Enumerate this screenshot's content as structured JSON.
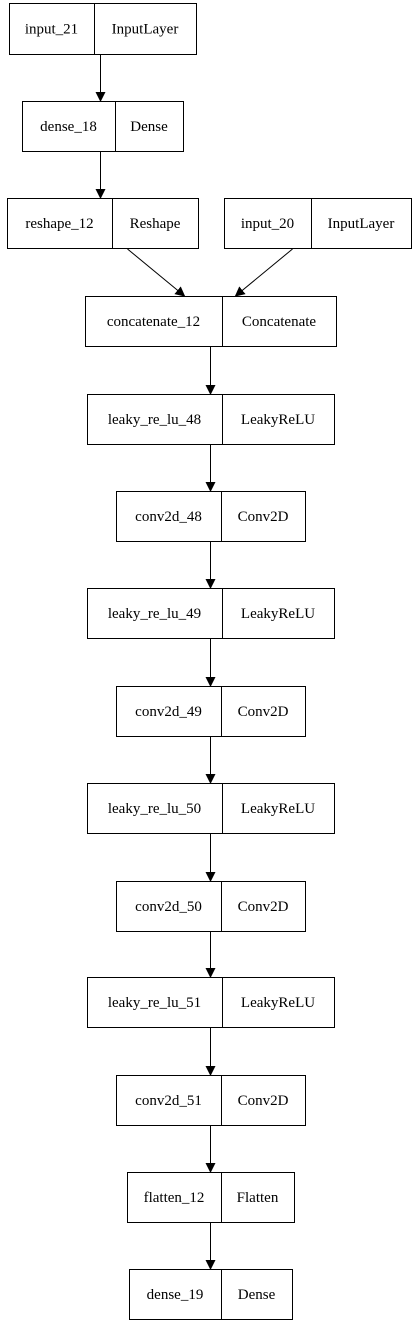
{
  "nodes": [
    {
      "id": "input_21",
      "name": "input_21",
      "type": "InputLayer"
    },
    {
      "id": "dense_18",
      "name": "dense_18",
      "type": "Dense"
    },
    {
      "id": "reshape_12",
      "name": "reshape_12",
      "type": "Reshape"
    },
    {
      "id": "input_20",
      "name": "input_20",
      "type": "InputLayer"
    },
    {
      "id": "concatenate_12",
      "name": "concatenate_12",
      "type": "Concatenate"
    },
    {
      "id": "leaky_re_lu_48",
      "name": "leaky_re_lu_48",
      "type": "LeakyReLU"
    },
    {
      "id": "conv2d_48",
      "name": "conv2d_48",
      "type": "Conv2D"
    },
    {
      "id": "leaky_re_lu_49",
      "name": "leaky_re_lu_49",
      "type": "LeakyReLU"
    },
    {
      "id": "conv2d_49",
      "name": "conv2d_49",
      "type": "Conv2D"
    },
    {
      "id": "leaky_re_lu_50",
      "name": "leaky_re_lu_50",
      "type": "LeakyReLU"
    },
    {
      "id": "conv2d_50",
      "name": "conv2d_50",
      "type": "Conv2D"
    },
    {
      "id": "leaky_re_lu_51",
      "name": "leaky_re_lu_51",
      "type": "LeakyReLU"
    },
    {
      "id": "conv2d_51",
      "name": "conv2d_51",
      "type": "Conv2D"
    },
    {
      "id": "flatten_12",
      "name": "flatten_12",
      "type": "Flatten"
    },
    {
      "id": "dense_19",
      "name": "dense_19",
      "type": "Dense"
    }
  ],
  "edges": [
    {
      "from": "input_21",
      "to": "dense_18"
    },
    {
      "from": "dense_18",
      "to": "reshape_12"
    },
    {
      "from": "reshape_12",
      "to": "concatenate_12"
    },
    {
      "from": "input_20",
      "to": "concatenate_12"
    },
    {
      "from": "concatenate_12",
      "to": "leaky_re_lu_48"
    },
    {
      "from": "leaky_re_lu_48",
      "to": "conv2d_48"
    },
    {
      "from": "conv2d_48",
      "to": "leaky_re_lu_49"
    },
    {
      "from": "leaky_re_lu_49",
      "to": "conv2d_49"
    },
    {
      "from": "conv2d_49",
      "to": "leaky_re_lu_50"
    },
    {
      "from": "leaky_re_lu_50",
      "to": "conv2d_50"
    },
    {
      "from": "conv2d_50",
      "to": "leaky_re_lu_51"
    },
    {
      "from": "leaky_re_lu_51",
      "to": "conv2d_51"
    },
    {
      "from": "conv2d_51",
      "to": "flatten_12"
    },
    {
      "from": "flatten_12",
      "to": "dense_19"
    }
  ],
  "colors": {
    "stroke": "#000000",
    "fill": "#ffffff",
    "text": "#000000"
  }
}
